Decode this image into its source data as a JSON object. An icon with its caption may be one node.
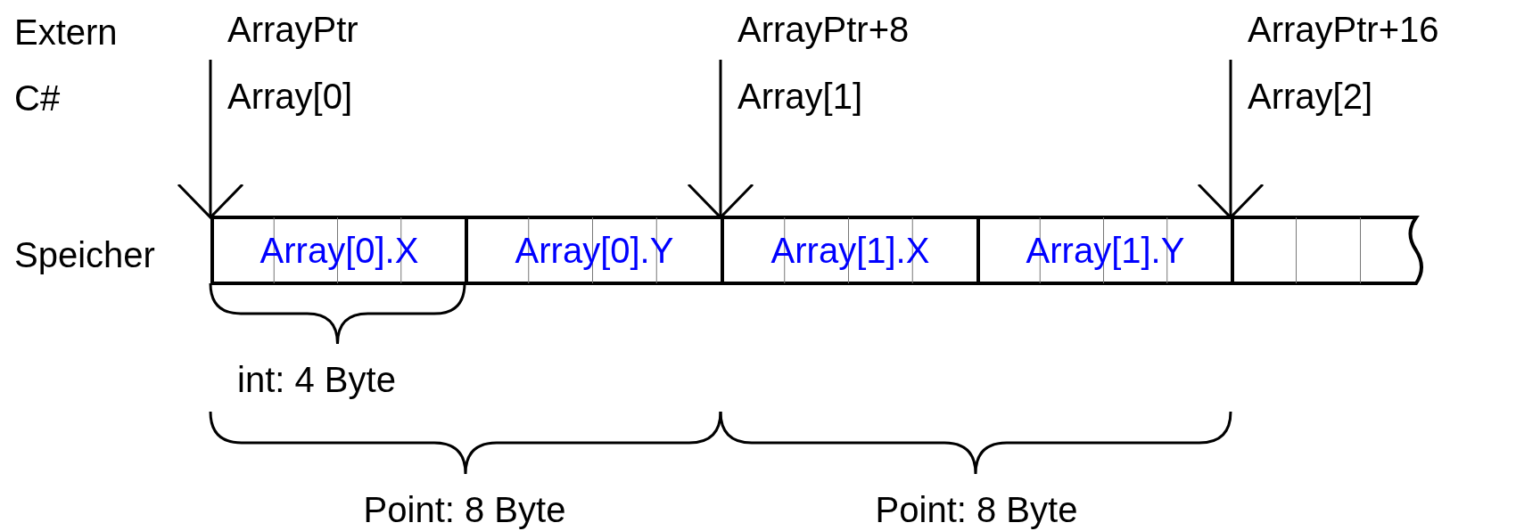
{
  "diagram": {
    "nodes": [
      {
        "text": [
          "ArrayPtr",
          "Array[0]"
        ]
      },
      {
        "text": [
          "ArrayPtr+8",
          "Array[1]"
        ]
      },
      {
        "text": [
          "ArrayPtr+16",
          "Array[2]"
        ]
      },
      {
        "text": [
          "Array[0].X"
        ]
      },
      {
        "text": [
          "Array[0].Y"
        ]
      },
      {
        "text": [
          "Array[1].X"
        ]
      },
      {
        "text": [
          "Array[1].Y"
        ]
      },
      {
        "text": [],
        "shape": "box"
      },
      {
        "text": [],
        "shape": "box"
      },
      {
        "text": [],
        "shape": "box"
      }
    ],
    "edges": [
      {
        "from": 0,
        "to": 3,
        "arrow": "to"
      },
      {
        "from": 1,
        "to": 5,
        "arrow": "to"
      },
      {
        "from": 2,
        "to": 7,
        "arrow": "to"
      }
    ],
    "labels": [
      "Extern",
      "C#",
      "Speicher",
      "int: 4 Byte",
      "Point: 8 Byte",
      "Point: 8 Byte"
    ]
  }
}
